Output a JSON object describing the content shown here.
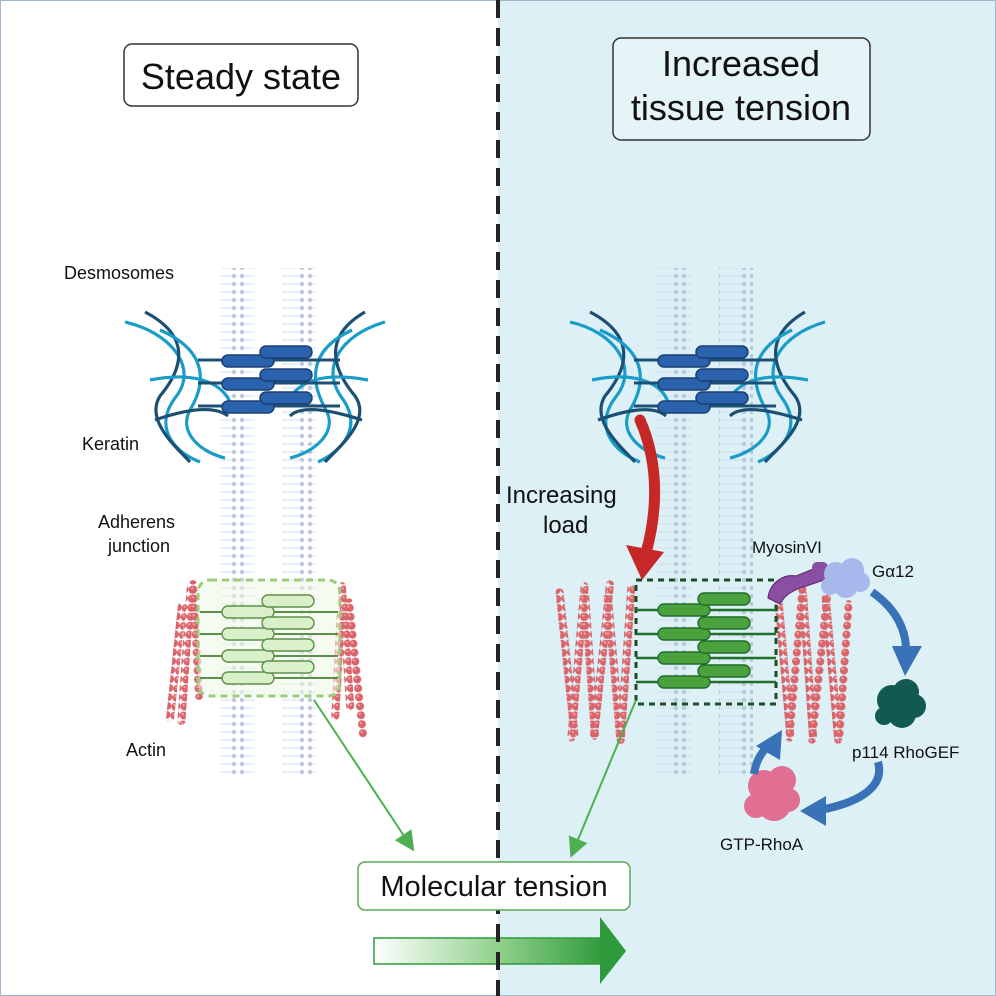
{
  "panels": {
    "left_title": "Steady state",
    "right_title_line1": "Increased",
    "right_title_line2": "tissue tension"
  },
  "labels": {
    "desmosomes": "Desmosomes",
    "keratin": "Keratin",
    "adherens_line1": "Adherens",
    "adherens_line2": "junction",
    "actin": "Actin",
    "increasing_line1": "Increasing",
    "increasing_line2": "load",
    "myosin": "MyosinVI",
    "galpha": "Gα12",
    "rhogef": "p114 RhoGEF",
    "rhoa": "GTP-RhoA",
    "molecular_tension": "Molecular tension"
  },
  "colors": {
    "right_background": "#dcf0f5",
    "keratin": "#1a9cc9",
    "cadherin_desmosome": "#2a62ad",
    "actin": "#d9646a",
    "adherens_steady": "#d9f0cb",
    "adherens_tension": "#4aa13d",
    "load_arrow": "#c62828",
    "signal_arrow": "#3a72b8",
    "tension_arrow": "#2f9a3c",
    "myosin": "#8a4fa2",
    "galpha": "#a7b9ec",
    "rhogef": "#12594f",
    "rhoa": "#e06f92"
  }
}
